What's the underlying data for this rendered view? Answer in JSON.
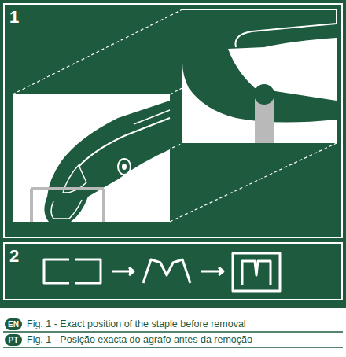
{
  "diagram": {
    "labels": [
      "1",
      "2",
      "EN",
      "Fig. 1 - Exact position of the staple before removal",
      "PT",
      "Fig. 1 - Posição exacta do agrafo antes da remoção"
    ]
  }
}
